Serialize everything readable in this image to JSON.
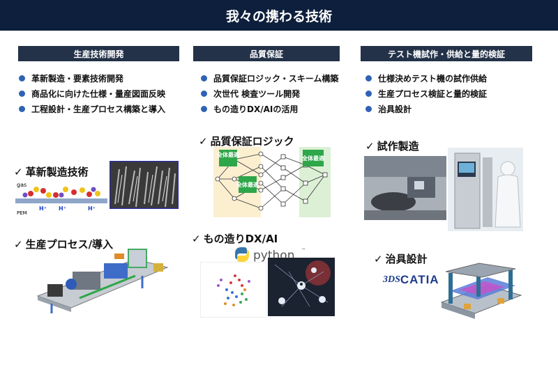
{
  "page_title": "我々の携わる技術",
  "columns": [
    {
      "heading": "生産技術開発",
      "items": [
        "革新製造・要素技術開発",
        "商品化に向けた仕様・量産図面反映",
        "工程設計・生産プロセス構築と導入"
      ]
    },
    {
      "heading": "品質保証",
      "items": [
        "品質保証ロジック・スキーム構築",
        "次世代 検査ツール開発",
        "もの造りDX/AIの活用"
      ]
    },
    {
      "heading": "テスト機試作・供給と量的検証",
      "items": [
        "仕様決めテスト機の試作供給",
        "生産プロセス検証と量的検証",
        "治具設計"
      ]
    }
  ],
  "check_mark": "✓",
  "sections": {
    "innovative_manufacturing": "革新製造技術",
    "production_process": "生産プロセス/導入",
    "qa_logic": "品質保証ロジック",
    "dx_ai": "もの造りDX/AI",
    "prototype_manufacturing": "試作製造",
    "jig_design": "治具設計"
  },
  "diagram_labels": {
    "gas": "gas",
    "pem": "PEM",
    "h_plus": "H⁺",
    "global_opt_a": "全体最適",
    "global_opt_b": "全体最適",
    "global_opt_c": "全体最適"
  },
  "logos": {
    "python": "python",
    "python_tm": "™",
    "catia": "CATIA",
    "ds": "3DS"
  },
  "colors": {
    "banner": "#0d1f3c",
    "column_header": "#233248",
    "bullet": "#2f62b5",
    "optimum_box": "#2ea64a",
    "python_blue": "#3776ab",
    "python_yellow": "#ffd43b",
    "catia_blue": "#1d3b8c"
  },
  "icons": [
    "check-icon",
    "bullet-dot-icon",
    "python-logo-icon",
    "catia-logo-icon"
  ]
}
